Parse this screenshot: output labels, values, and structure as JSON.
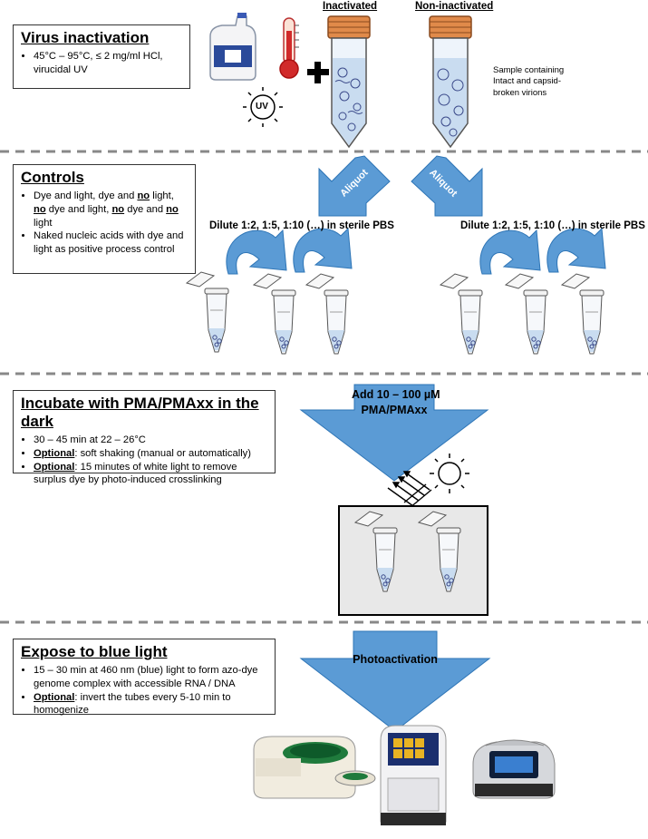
{
  "virus_inactivation": {
    "title": "Virus inactivation",
    "bullets": [
      "45°C – 95°C, ≤ 2 mg/ml HCl, virucidal UV"
    ]
  },
  "uv_label": "UV",
  "tube_labels": {
    "inactivated": "Inactivated",
    "non_inactivated": "Non-inactivated"
  },
  "sample_note": "Sample containing Intact and capsid-broken virions",
  "controls": {
    "title": "Controls",
    "b1_parts": [
      "Dye and light, dye and ",
      "no",
      " light, ",
      "no",
      " dye and light, ",
      "no",
      " dye and ",
      "no",
      " light"
    ],
    "b2": "Naked nucleic acids with dye and light as positive process control"
  },
  "aliquot_label": "Aliquot",
  "dilute_label": "Dilute 1:2, 1:5, 1:10 (…) in sterile PBS",
  "incubate": {
    "title": "Incubate with PMA/PMAxx in the dark",
    "b1": "30 – 45 min at 22 – 26°C",
    "b2_bold": "Optional",
    "b2_rest": ": soft shaking (manual or automatically)",
    "b3_bold": "Optional",
    "b3_rest": ": 15 minutes of white light to remove surplus dye by photo-induced crosslinking"
  },
  "add_pma_label": [
    "Add 10 – 100 µM",
    "PMA/PMAxx"
  ],
  "expose": {
    "title": "Expose to blue light",
    "b1": "15 – 30 min at 460 nm (blue) light to form azo-dye genome complex with accessible RNA / DNA",
    "b2_bold": "Optional",
    "b2_rest": ": invert the tubes every 5-10 min to homogenize"
  },
  "photoactivation_label": "Photoactivation",
  "colors": {
    "arrow_blue": "#5b9bd5",
    "arrow_dark": "#2e75b6",
    "divider": "#888888",
    "cap_orange": "#e08a4a",
    "liquid": "#c9dcf0",
    "panel_gray": "#e8e8e8"
  }
}
